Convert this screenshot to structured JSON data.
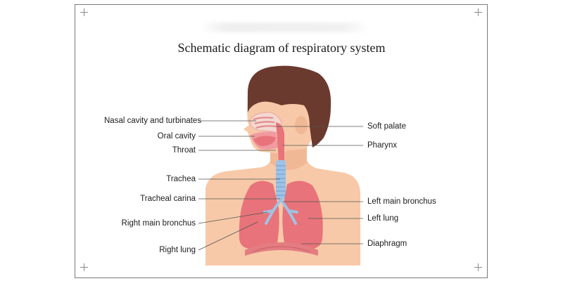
{
  "title": "Schematic diagram of respiratory system",
  "labels": {
    "nasal_cavity": "Nasal cavity and turbinates",
    "oral_cavity": "Oral cavity",
    "throat": "Throat",
    "trachea": "Trachea",
    "tracheal_carina": "Tracheal carina",
    "right_main_bronchus": "Right main bronchus",
    "right_lung": "Right lung",
    "soft_palate": "Soft palate",
    "pharynx": "Pharynx",
    "left_main_bronchus": "Left main bronchus",
    "left_lung": "Left lung",
    "diaphragm": "Diaphragm"
  },
  "colors": {
    "hair": "#6b3a2e",
    "skin": "#f7c9a8",
    "lung": "#e8737a",
    "lung_dark": "#d65a63",
    "trachea": "#9fc3e6",
    "diaphragm": "#e37d82",
    "leader_line": "#555555",
    "text": "#1c1c1c"
  }
}
